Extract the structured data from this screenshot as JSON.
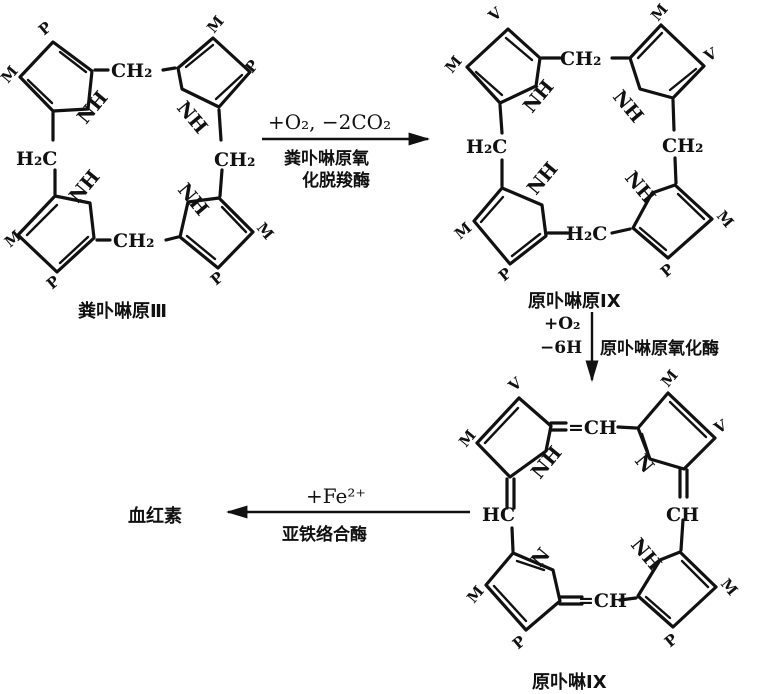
{
  "compounds": {
    "coproporphyrinogen": {
      "name": "粪卟啉原Ⅲ",
      "bridges": [
        "CH₂",
        "CH₂",
        "CH₂",
        "H₂C"
      ],
      "nh": "NH",
      "substituents": {
        "methyl": "M",
        "propionate": "P"
      }
    },
    "protoporphyrinogen": {
      "name": "原卟啉原IX",
      "bridges": [
        "CH₂",
        "CH₂",
        "H₂C",
        "H₂C"
      ],
      "nh": "NH",
      "substituents": {
        "methyl": "M",
        "vinyl": "V",
        "propionate": "P"
      }
    },
    "protoporphyrin": {
      "name": "原卟啉IX",
      "bridges": [
        "=CH",
        "CH",
        "=CH",
        "HC"
      ],
      "nh": "NH",
      "n": "N",
      "substituents": {
        "methyl": "M",
        "vinyl": "V",
        "propionate": "P"
      }
    },
    "heme": {
      "name": "血红素"
    }
  },
  "reactions": [
    {
      "id": "step1",
      "reagent": "+O₂, −2CO₂",
      "enzyme_line1": "粪卟啉原氧",
      "enzyme_line2": "化脱羧酶",
      "direction": "right"
    },
    {
      "id": "step2",
      "reagent_line1": "+O₂",
      "reagent_line2": "−6H",
      "enzyme": "原卟啉原氧化酶",
      "direction": "down"
    },
    {
      "id": "step3",
      "reagent": "+Fe²⁺",
      "enzyme": "亚铁络合酶",
      "direction": "left"
    }
  ]
}
